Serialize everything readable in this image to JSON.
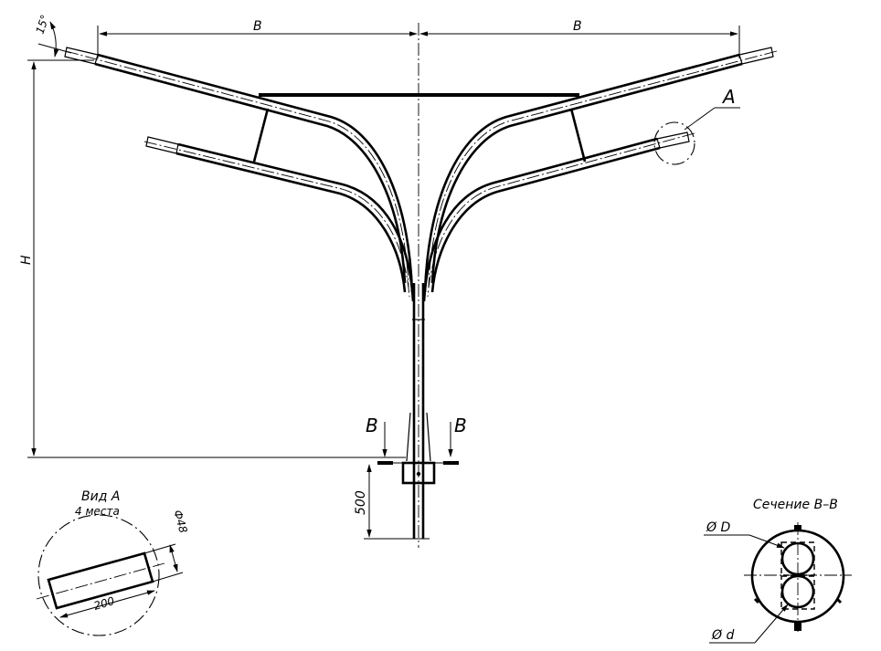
{
  "drawing": {
    "labels": {
      "dim_b_left": "B",
      "dim_b_right": "B",
      "dim_h": "H",
      "dim_500": "500",
      "angle": "15°",
      "callout_a": "A",
      "section_mark_left": "B",
      "section_mark_right": "B"
    },
    "view_a": {
      "title": "Вид А",
      "subtitle": "4 места",
      "dim_diameter": "Ф48",
      "dim_length": "200"
    },
    "section_bb": {
      "title": "Сечение В–В",
      "dim_d_outer": "Ø D",
      "dim_d_inner": "Ø d"
    }
  }
}
